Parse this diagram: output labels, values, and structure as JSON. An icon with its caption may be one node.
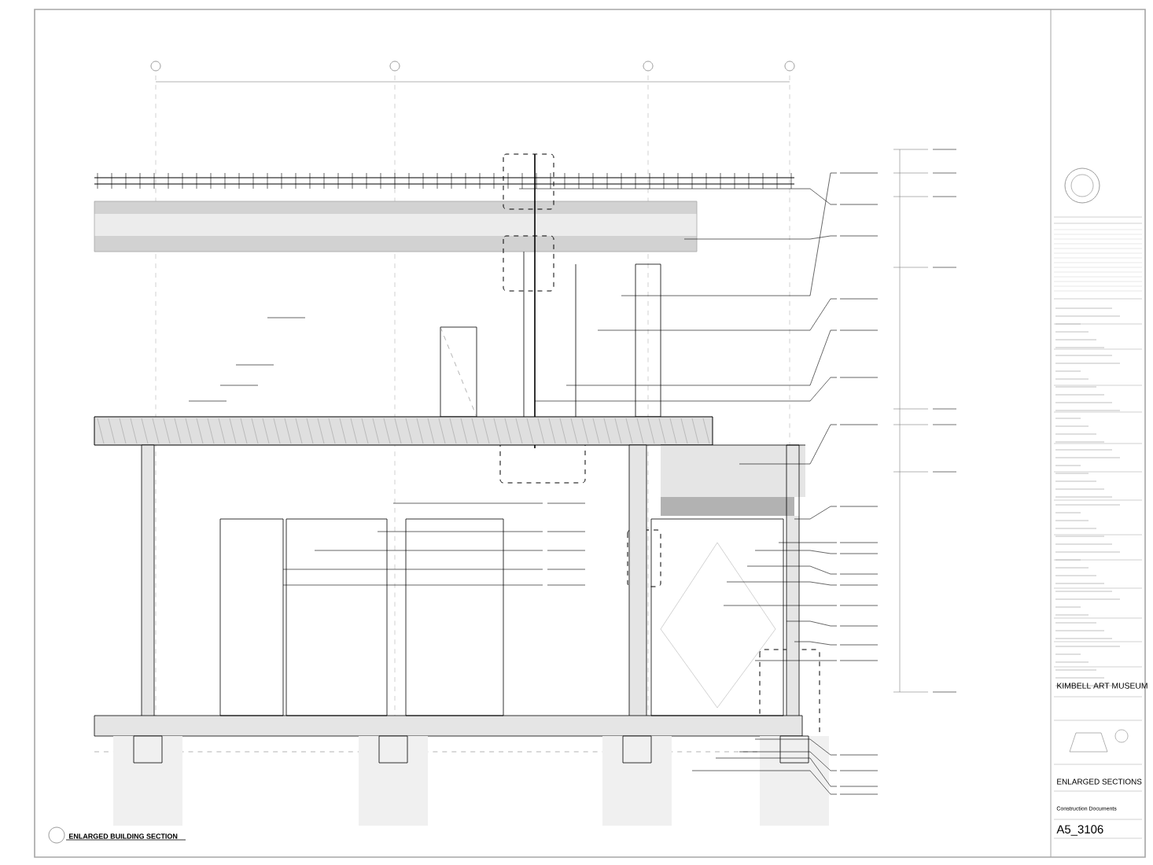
{
  "diagram": {
    "title": "ENLARGED BUILDING SECTION",
    "labels": [
      "KIMBELL ART MUSEUM",
      "ENLARGED SECTIONS",
      "Construction Documents",
      "A5_3106"
    ]
  }
}
